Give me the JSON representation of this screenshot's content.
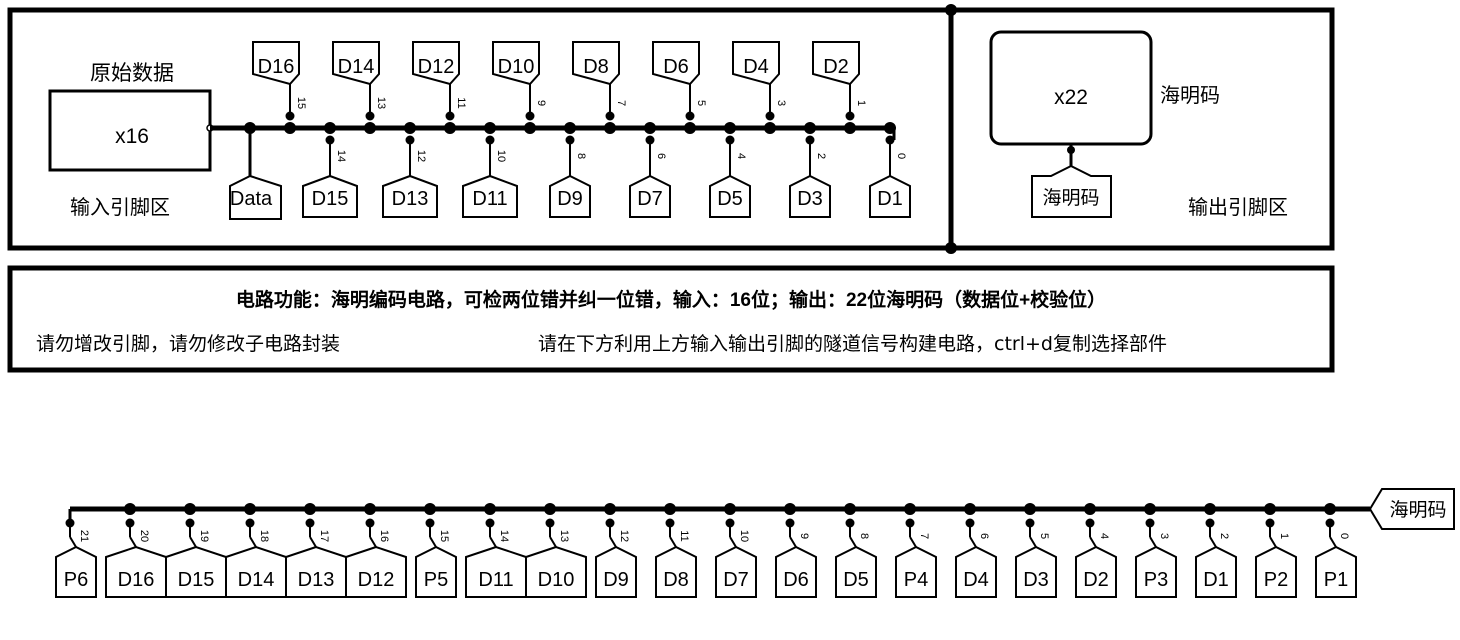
{
  "input_area": {
    "source_label": "原始数据",
    "source_value": "x16",
    "area_label": "输入引脚区",
    "data_tunnel": "Data",
    "bus_bits": [
      {
        "index": "15",
        "name": "D16"
      },
      {
        "index": "14",
        "name": "D15"
      },
      {
        "index": "13",
        "name": "D14"
      },
      {
        "index": "12",
        "name": "D13"
      },
      {
        "index": "11",
        "name": "D12"
      },
      {
        "index": "10",
        "name": "D11"
      },
      {
        "index": "9",
        "name": "D10"
      },
      {
        "index": "8",
        "name": "D9"
      },
      {
        "index": "7",
        "name": "D8"
      },
      {
        "index": "6",
        "name": "D7"
      },
      {
        "index": "5",
        "name": "D6"
      },
      {
        "index": "4",
        "name": "D5"
      },
      {
        "index": "3",
        "name": "D4"
      },
      {
        "index": "2",
        "name": "D3"
      },
      {
        "index": "1",
        "name": "D2"
      },
      {
        "index": "0",
        "name": "D1"
      }
    ]
  },
  "output_area": {
    "output_value": "x22",
    "output_label": "海明码",
    "tunnel_label": "海明码",
    "area_label": "输出引脚区"
  },
  "info": {
    "function": "电路功能：海明编码电路，可检两位错并纠一位错，输入：16位；输出：22位海明码（数据位+校验位）",
    "note_left": "请勿增改引脚，请勿修改子电路封装",
    "note_right": "请在下方利用上方输入输出引脚的隧道信号构建电路，ctrl+d复制选择部件"
  },
  "bottom_bus": {
    "tunnel_label": "海明码",
    "bits": [
      {
        "index": "21",
        "name": "P6"
      },
      {
        "index": "20",
        "name": "D16"
      },
      {
        "index": "19",
        "name": "D15"
      },
      {
        "index": "18",
        "name": "D14"
      },
      {
        "index": "17",
        "name": "D13"
      },
      {
        "index": "16",
        "name": "D12"
      },
      {
        "index": "15",
        "name": "P5"
      },
      {
        "index": "14",
        "name": "D11"
      },
      {
        "index": "13",
        "name": "D10"
      },
      {
        "index": "12",
        "name": "D9"
      },
      {
        "index": "11",
        "name": "D8"
      },
      {
        "index": "10",
        "name": "D7"
      },
      {
        "index": "9",
        "name": "D6"
      },
      {
        "index": "8",
        "name": "D5"
      },
      {
        "index": "7",
        "name": "P4"
      },
      {
        "index": "6",
        "name": "D4"
      },
      {
        "index": "5",
        "name": "D3"
      },
      {
        "index": "4",
        "name": "D2"
      },
      {
        "index": "3",
        "name": "P3"
      },
      {
        "index": "2",
        "name": "D1"
      },
      {
        "index": "1",
        "name": "P2"
      },
      {
        "index": "0",
        "name": "P1"
      }
    ]
  }
}
